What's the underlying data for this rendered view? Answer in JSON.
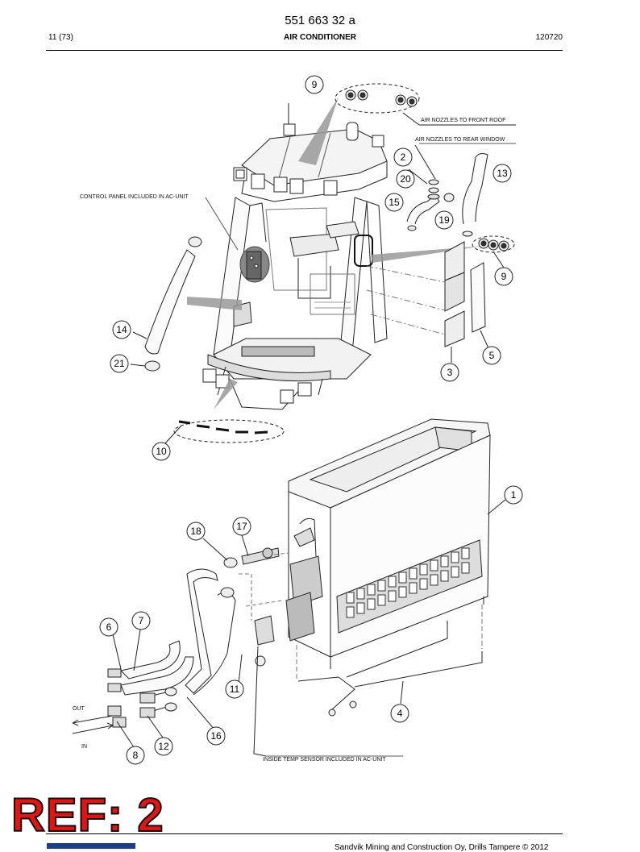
{
  "header": {
    "doc_number": "551 663 32 a",
    "page": "11 (73)",
    "section_title": "AIR CONDITIONER",
    "revision": "120720"
  },
  "callouts": [
    {
      "num": "9"
    },
    {
      "num": "2"
    },
    {
      "num": "20"
    },
    {
      "num": "13"
    },
    {
      "num": "15"
    },
    {
      "num": "19"
    },
    {
      "num": "9"
    },
    {
      "num": "14"
    },
    {
      "num": "21"
    },
    {
      "num": "5"
    },
    {
      "num": "3"
    },
    {
      "num": "10"
    },
    {
      "num": "1"
    },
    {
      "num": "18"
    },
    {
      "num": "17"
    },
    {
      "num": "7"
    },
    {
      "num": "6"
    },
    {
      "num": "11"
    },
    {
      "num": "4"
    },
    {
      "num": "16"
    },
    {
      "num": "12"
    },
    {
      "num": "8"
    }
  ],
  "labels": {
    "front_roof": "AIR NOZZLES TO FRONT ROOF",
    "rear_window": "AIR NOZZLES TO REAR WINDOW",
    "control_panel": "CONTROL PANEL INCLUDED IN AC-UNIT",
    "out": "OUT",
    "in": "IN",
    "temp_sensor": "INSIDE TEMP SENSOR INCLUDED IN AC-UNIT"
  },
  "footer": {
    "ref_stamp": "REF: 2",
    "copyright": "Sandvik Mining and Construction Oy, Drills Tampere © 2012"
  }
}
